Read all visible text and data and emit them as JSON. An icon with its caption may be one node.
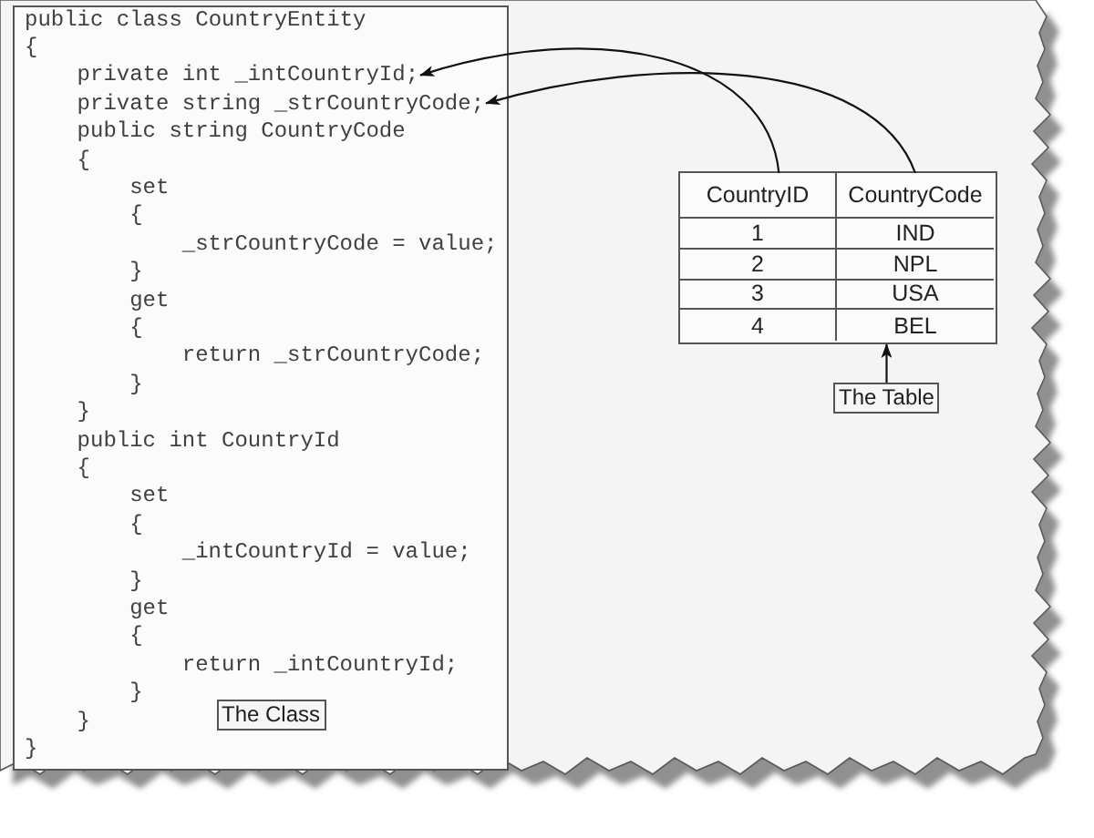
{
  "diagram": {
    "nodes": [
      {
        "text": [
          "public class CountryEntity",
          "{",
          "public string CountryCode",
          "{",
          "set",
          "{",
          "_strCountryCode = value;",
          "}",
          "get",
          "{",
          "return _strCountryCode;",
          "}",
          "}",
          "public int CountryId",
          "{",
          "set",
          "{",
          "_intCountryId = value;",
          "}",
          "get",
          "{",
          "return _intCountryId;",
          "}",
          "}",
          "}"
        ]
      },
      {
        "text": [
          "private int _intCountryId;"
        ],
        "in": 0
      },
      {
        "text": [
          "private string _strCountryCode;"
        ],
        "in": 0
      },
      {
        "text": [
          "The Class"
        ],
        "in": 0
      },
      {
        "text": [
          "1",
          "IND",
          "2",
          "NPL",
          "3",
          "USA",
          "4",
          "BEL"
        ]
      },
      {
        "text": [
          "CountryID"
        ],
        "in": 4
      },
      {
        "text": [
          "CountryCode"
        ],
        "in": 4
      },
      {
        "text": [
          "The Table"
        ]
      }
    ],
    "edges": [
      {
        "from": 5,
        "to": 1,
        "arrow": "to"
      },
      {
        "from": 6,
        "to": 2,
        "arrow": "to"
      },
      {
        "from": 7,
        "to": 4,
        "arrow": "to"
      }
    ]
  }
}
